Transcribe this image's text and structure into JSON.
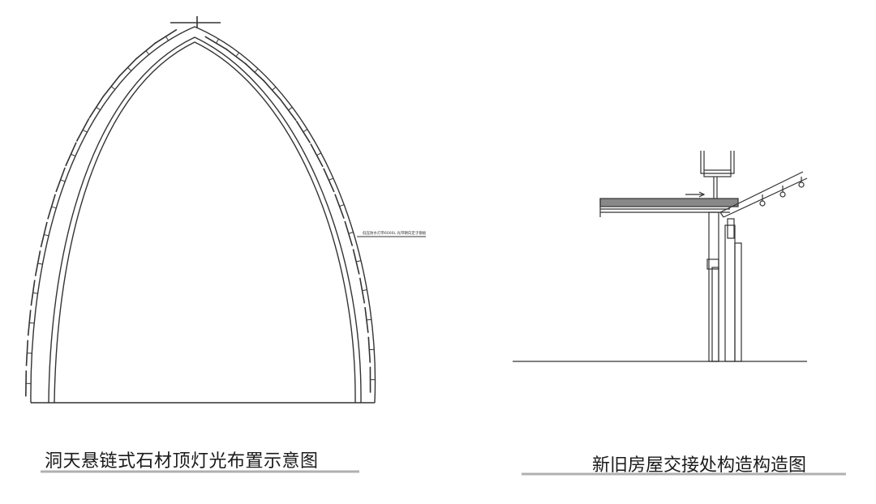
{
  "left_drawing": {
    "caption": "洞天悬链式石材顶灯光布置示意图",
    "annotation": "低压防水灯带6000L 光带朝向定于钢板"
  },
  "right_drawing": {
    "caption": "新旧房屋交接处构造构造图"
  },
  "colors": {
    "line": "#333333",
    "caption_underline": "#b0b0b0",
    "hatch": "#777777"
  }
}
